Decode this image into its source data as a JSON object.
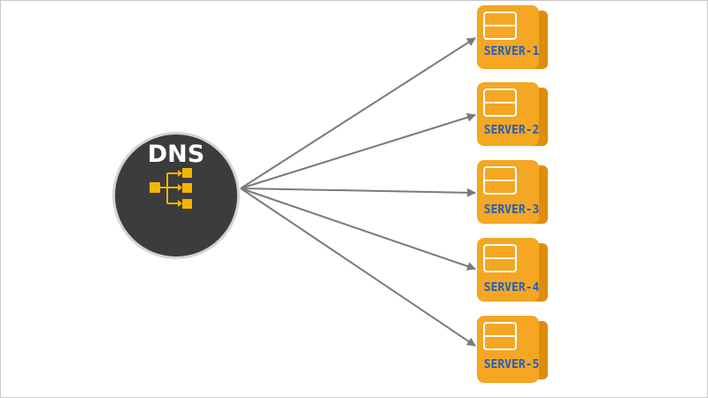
{
  "dns": {
    "label": "DNS",
    "icon": "load-balancer-icon"
  },
  "servers": [
    {
      "label": "SERVER-1"
    },
    {
      "label": "SERVER-2"
    },
    {
      "label": "SERVER-3"
    },
    {
      "label": "SERVER-4"
    },
    {
      "label": "SERVER-5"
    }
  ],
  "colors": {
    "dns_fill": "#3b3c3e",
    "dns_ring": "#d4d4d4",
    "icon": "#f5b400",
    "server_body": "#f5a623",
    "server_side": "#e08d0b",
    "server_text": "#1f5fbf",
    "arrow": "#7a7a7a"
  }
}
